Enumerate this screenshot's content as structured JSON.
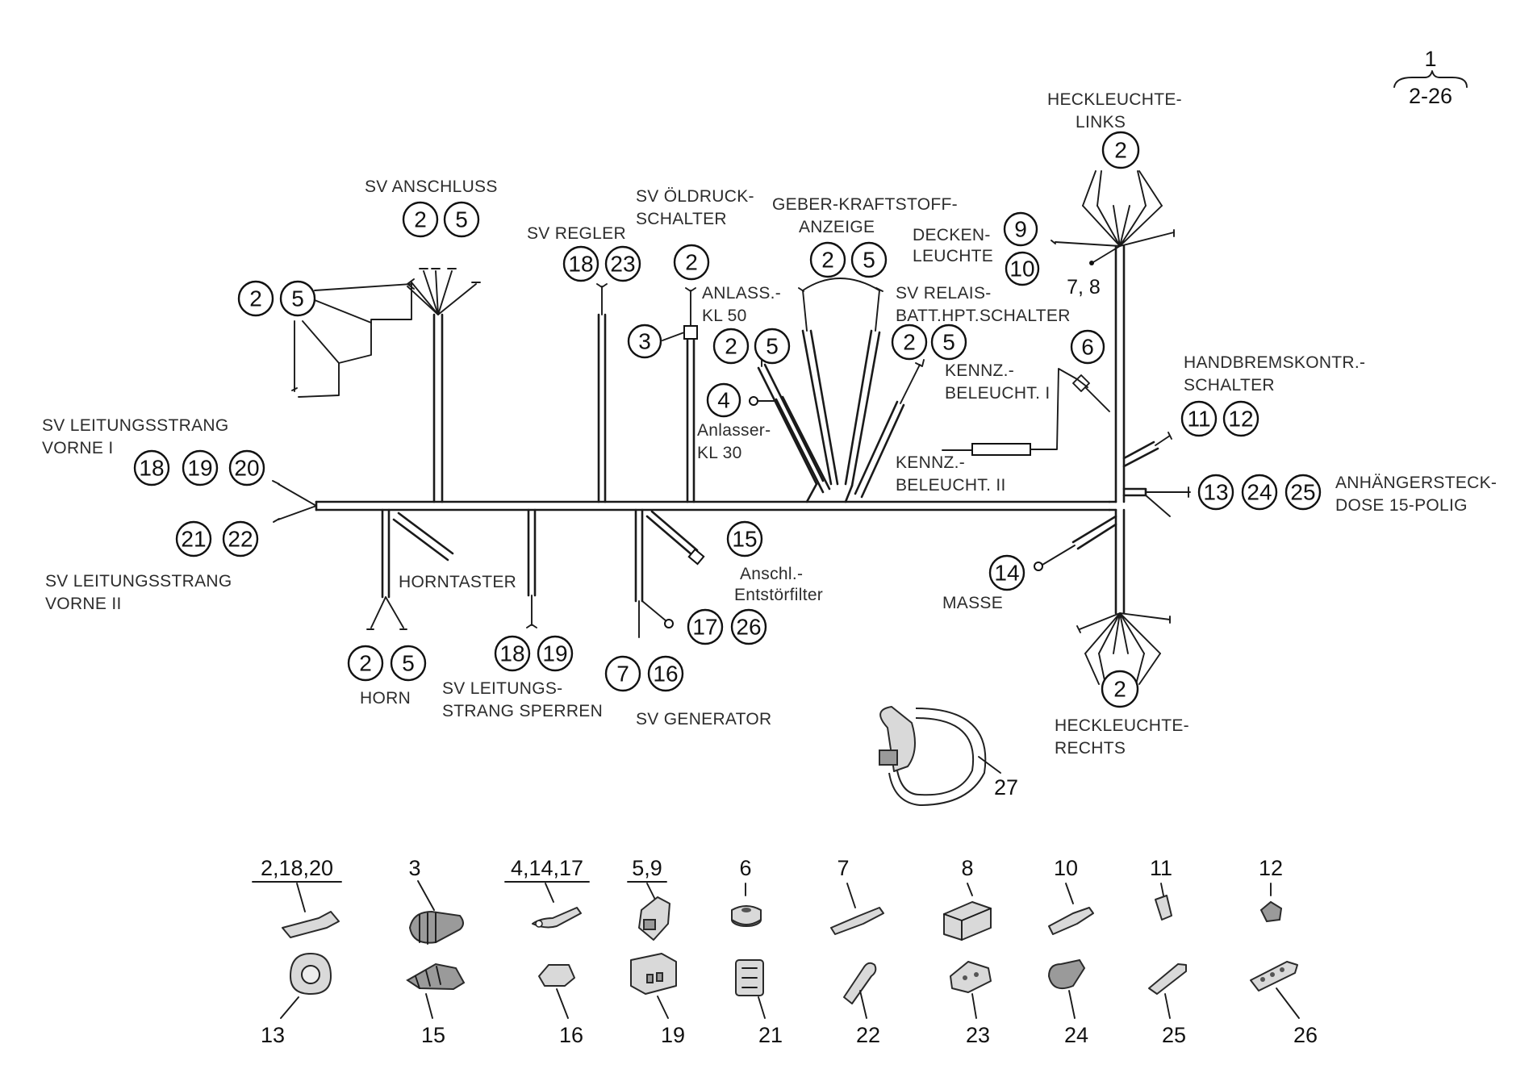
{
  "header": {
    "assembly_no": "1",
    "assembly_range": "2-26"
  },
  "labels": {
    "sv_anschluss": "SV ANSCHLUSS",
    "sv_regler": "SV REGLER",
    "sv_oeldruck_1": "SV ÖLDRUCK-",
    "sv_oeldruck_2": "SCHALTER",
    "geber_1": "GEBER-KRAFTSTOFF-",
    "geber_2": "ANZEIGE",
    "decken_1": "DECKEN-",
    "decken_2": "LEUCHTE",
    "heck_links_1": "HECKLEUCHTE-",
    "heck_links_2": "LINKS",
    "anlass_1": "ANLASS.-",
    "anlass_2": "KL 50",
    "relais_1": "SV RELAIS-",
    "relais_2": "BATT.HPT.SCHALTER",
    "kennz1_1": "KENNZ.-",
    "kennz1_2": "BELEUCHT. I",
    "anlasser_1": "Anlasser-",
    "anlasser_2": "KL 30",
    "handbrems_1": "HANDBREMSKONTR.-",
    "handbrems_2": "SCHALTER",
    "kennz2_1": "KENNZ.-",
    "kennz2_2": "BELEUCHT. II",
    "vorne1_1": "SV LEITUNGSSTRANG",
    "vorne1_2": "VORNE I",
    "vorne2_1": "SV LEITUNGSSTRANG",
    "vorne2_2": "VORNE II",
    "anhaenger_1": "ANHÄNGERSTECK-",
    "anhaenger_2": "DOSE 15-POLIG",
    "horntaster": "HORNTASTER",
    "entstoer_1": "Anschl.-",
    "entstoer_2": "Entstörfilter",
    "masse": "MASSE",
    "horn": "HORN",
    "sperren_1": "SV LEITUNGS-",
    "sperren_2": "STRANG SPERREN",
    "generator": "SV GENERATOR",
    "heck_rechts_1": "HECKLEUCHTE-",
    "heck_rechts_2": "RECHTS",
    "part_78": "7, 8"
  },
  "callouts": {
    "anschluss_a": "2",
    "anschluss_b": "5",
    "left_a": "2",
    "left_b": "5",
    "regler_a": "18",
    "regler_b": "23",
    "oeldruck": "2",
    "geber_a": "2",
    "geber_b": "5",
    "decken_a": "9",
    "decken_b": "10",
    "heck_links": "2",
    "c3": "3",
    "anlass_a": "2",
    "anlass_b": "5",
    "relais_a": "2",
    "relais_b": "5",
    "c6": "6",
    "c4": "4",
    "hand_a": "11",
    "hand_b": "12",
    "vorne1_a": "18",
    "vorne1_b": "19",
    "vorne1_c": "20",
    "vorne2_a": "21",
    "vorne2_b": "22",
    "anh_a": "13",
    "anh_b": "24",
    "anh_c": "25",
    "c15": "15",
    "c14": "14",
    "ent_a": "17",
    "ent_b": "26",
    "horn_a": "2",
    "horn_b": "5",
    "sperr_a": "18",
    "sperr_b": "19",
    "gen_a": "7",
    "gen_b": "16",
    "heck_rechts": "2",
    "c27": "27"
  },
  "parts": [
    {
      "no": "2,18,20",
      "underline": true
    },
    {
      "no": "3"
    },
    {
      "no": "4,14,17",
      "underline": true
    },
    {
      "no": "5,9",
      "underline": true
    },
    {
      "no": "6"
    },
    {
      "no": "7"
    },
    {
      "no": "8"
    },
    {
      "no": "10"
    },
    {
      "no": "11"
    },
    {
      "no": "12"
    },
    {
      "no": "13"
    },
    {
      "no": "15"
    },
    {
      "no": "16"
    },
    {
      "no": "19"
    },
    {
      "no": "21"
    },
    {
      "no": "22"
    },
    {
      "no": "23"
    },
    {
      "no": "24"
    },
    {
      "no": "25"
    },
    {
      "no": "26"
    }
  ]
}
